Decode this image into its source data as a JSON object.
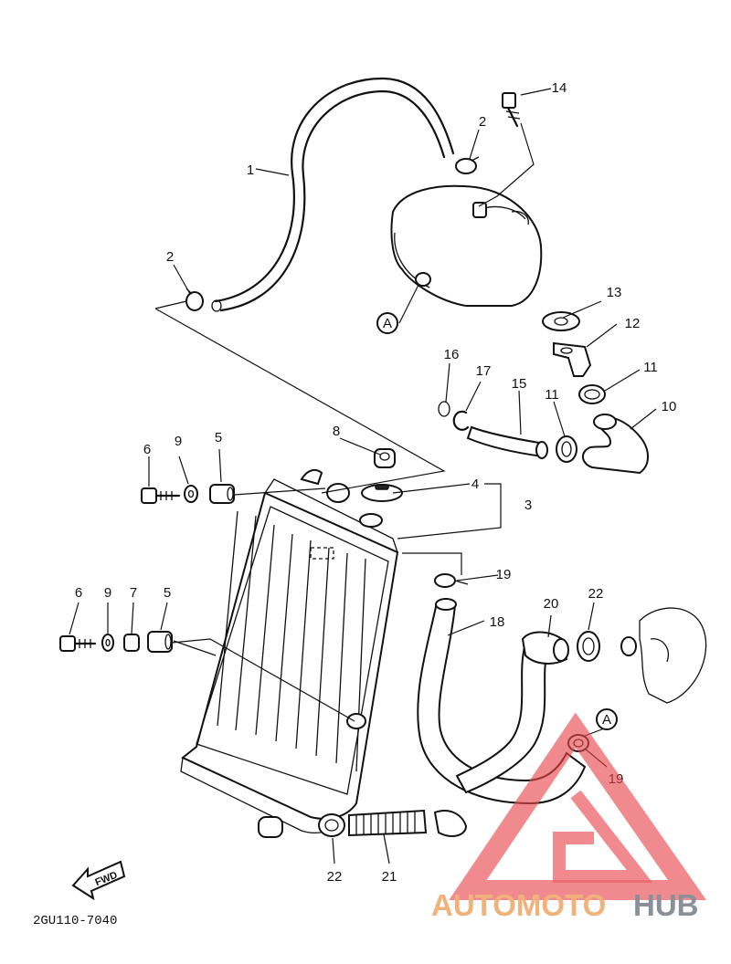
{
  "diagram": {
    "code": "2GU110-7040",
    "fwd_label": "FWD",
    "ref_marker": "A",
    "callouts": {
      "p1": "1",
      "p2a": "2",
      "p2b": "2",
      "p3": "3",
      "p4": "4",
      "p5a": "5",
      "p5b": "5",
      "p6a": "6",
      "p6b": "6",
      "p7": "7",
      "p8": "8",
      "p9a": "9",
      "p9b": "9",
      "p10": "10",
      "p11a": "11",
      "p11b": "11",
      "p12": "12",
      "p13": "13",
      "p14": "14",
      "p15": "15",
      "p16": "16",
      "p17": "17",
      "p18": "18",
      "p19a": "19",
      "p19b": "19",
      "p20": "20",
      "p21": "21",
      "p22a": "22",
      "p22b": "22"
    }
  },
  "watermark": {
    "text_a": "AUTOMOTO",
    "text_b": "HUB",
    "color_a": "#f0b27a",
    "color_b": "#8a8f99",
    "logo_color": "#e8484e"
  }
}
